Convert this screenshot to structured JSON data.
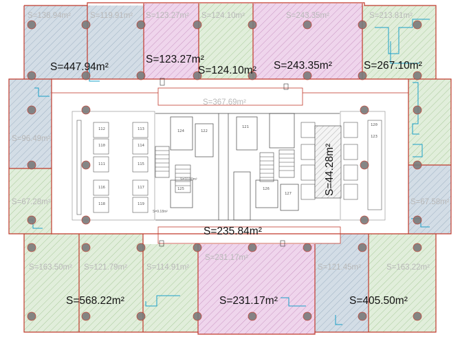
{
  "zones": [
    {
      "key": "nw-upper-1",
      "label": "S=138.94m²",
      "fill": "#c7d3dd",
      "hatch": "hatch-blue"
    },
    {
      "key": "nw-upper-2",
      "label": "S=119.91m²",
      "fill": "#c7d3dd",
      "hatch": "hatch-blue"
    },
    {
      "key": "n-upper-1",
      "label": "S=123.27m²",
      "fill": "#e6c6e3",
      "hatch": "hatch-pink"
    },
    {
      "key": "n-upper-2",
      "label": "S=124.10m²",
      "fill": "#d5e6cc",
      "hatch": "hatch-green"
    },
    {
      "key": "n-upper-3",
      "label": "S=243.35m²",
      "fill": "#e6c6e3",
      "hatch": "hatch-pink"
    },
    {
      "key": "ne-upper",
      "label": "S=213.81m²",
      "fill": "#d5e6cc",
      "hatch": "hatch-green"
    },
    {
      "key": "w-mid",
      "label": "S=96.49m²",
      "fill": "#c7d3dd",
      "hatch": "hatch-blue"
    },
    {
      "key": "w-low",
      "label": "S=67.28m²",
      "fill": "#d5e6cc",
      "hatch": "hatch-green"
    },
    {
      "key": "e-low",
      "label": "S=67.58m²",
      "fill": "#c7d3dd",
      "hatch": "hatch-blue"
    },
    {
      "key": "sw-1",
      "label": "S=163.50m²",
      "fill": "#d5e6cc",
      "hatch": "hatch-green"
    },
    {
      "key": "sw-2",
      "label": "S=121.79m²",
      "fill": "#d5e6cc",
      "hatch": "hatch-green"
    },
    {
      "key": "s-1",
      "label": "S=114.91m²",
      "fill": "#d5e6cc",
      "hatch": "hatch-green"
    },
    {
      "key": "s-2",
      "label": "S=231.17m²",
      "fill": "#e6c6e3",
      "hatch": "hatch-pink"
    },
    {
      "key": "se-1",
      "label": "S=121.45m²",
      "fill": "#c7d3dd",
      "hatch": "hatch-blue"
    },
    {
      "key": "se-2",
      "label": "S=163.22m²",
      "fill": "#d5e6cc",
      "hatch": "hatch-green"
    }
  ],
  "totals": {
    "northwest": "S=447.94m²",
    "north_1": "S=123.27m²",
    "north_2": "S=124.10m²",
    "north_3": "S=243.35m²",
    "northeast": "S=267.10m²",
    "core_ring": "S=367.69m²",
    "corridor": "S=235.84m²",
    "southwest": "S=568.22m²",
    "south": "S=231.17m²",
    "southeast": "S=405.50m²",
    "shaft": "S=44.28m²"
  },
  "core": {
    "small_area_1": "S=10.89m²",
    "small_area_2": "S=9.18m²",
    "room_numbers": [
      "112",
      "110",
      "111",
      "113",
      "114",
      "115",
      "116",
      "117",
      "118",
      "119",
      "124",
      "125",
      "126",
      "127",
      "120",
      "121",
      "122",
      "123"
    ]
  },
  "colors": {
    "outline": "#c0392b",
    "pipe": "#1aa0c8",
    "column_fill": "#7a7a7a",
    "column_stroke": "#c0392b"
  }
}
